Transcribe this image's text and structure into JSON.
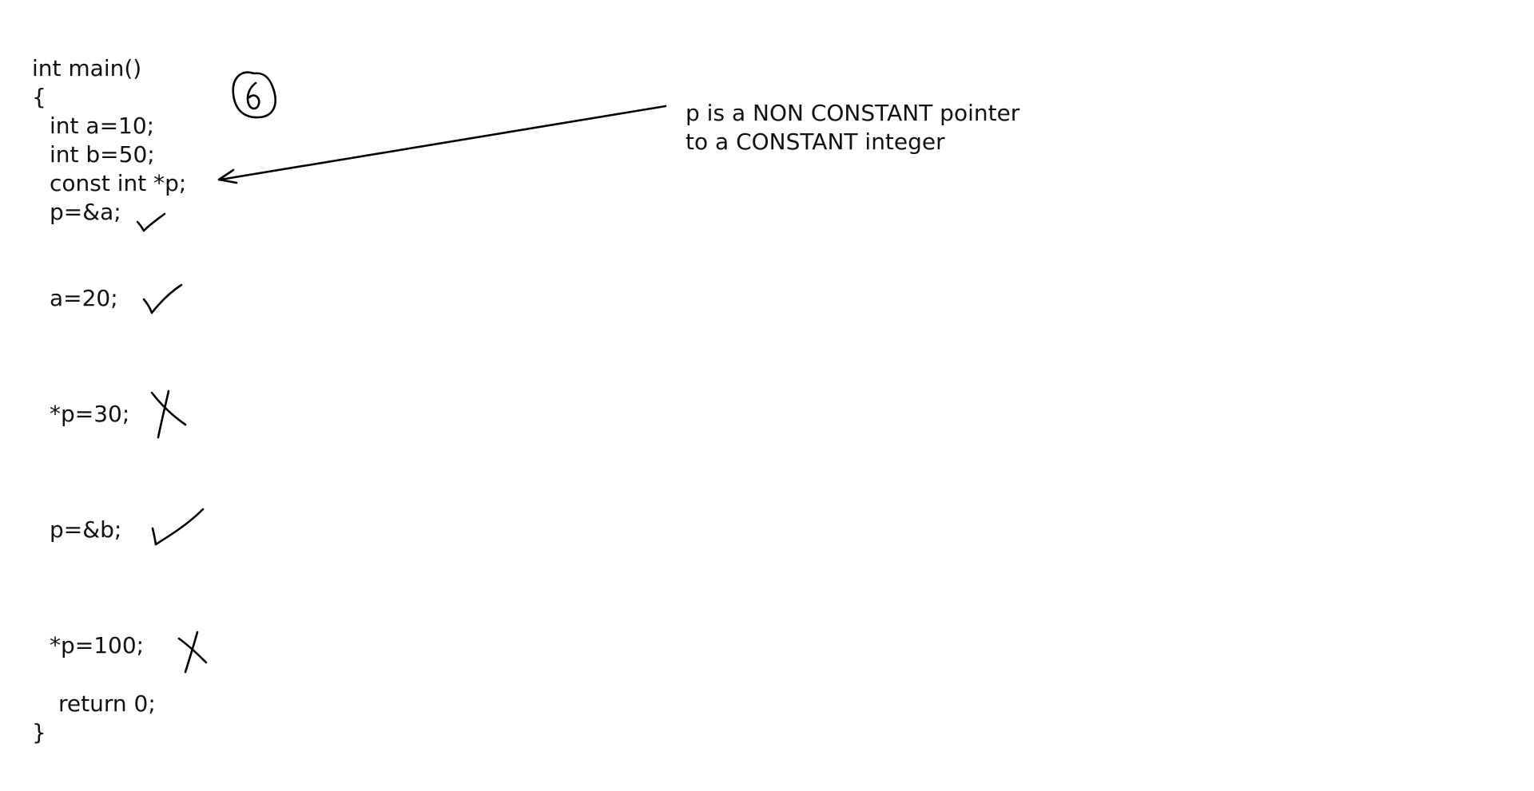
{
  "code": {
    "line_1": "int main()",
    "line_2": "{",
    "line_3": "int a=10;",
    "line_4": "int b=50;",
    "line_5": "const int *p;",
    "line_6": "p=&a;",
    "line_7": "a=20;",
    "line_8": "*p=30;",
    "line_9": "p=&b;",
    "line_10": "*p=100;",
    "line_11": "return 0;",
    "line_12": "}"
  },
  "annotation": {
    "line_1": "p is a NON CONSTANT pointer",
    "line_2": "to a CONSTANT integer"
  },
  "marks": {
    "line_6": "check",
    "line_7": "check",
    "line_8": "cross",
    "line_9": "check",
    "line_10": "cross"
  },
  "ink_color": "#000000",
  "text_color": "#111111"
}
